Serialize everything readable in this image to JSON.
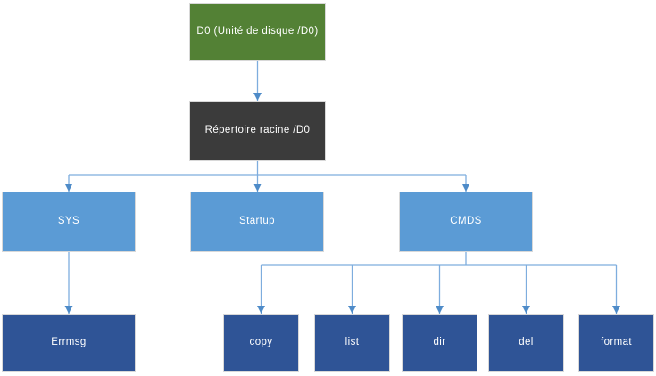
{
  "diagram": {
    "type": "tree-flowchart",
    "language": "fr",
    "nodes": {
      "d0": {
        "label": "D0 (Unité de disque /D0)",
        "kind": "drive"
      },
      "rootdir": {
        "label": "Répertoire racine /D0",
        "kind": "root-directory"
      },
      "sys": {
        "label": "SYS",
        "kind": "directory"
      },
      "startup": {
        "label": "Startup",
        "kind": "directory"
      },
      "cmds": {
        "label": "CMDS",
        "kind": "directory"
      },
      "errmsg": {
        "label": "Errmsg",
        "kind": "file"
      },
      "copy": {
        "label": "copy",
        "kind": "file"
      },
      "list": {
        "label": "list",
        "kind": "file"
      },
      "dir": {
        "label": "dir",
        "kind": "file"
      },
      "del": {
        "label": "del",
        "kind": "file"
      },
      "format": {
        "label": "format",
        "kind": "file"
      }
    },
    "edges": [
      {
        "from": "d0",
        "to": "rootdir"
      },
      {
        "from": "rootdir",
        "to": "sys"
      },
      {
        "from": "rootdir",
        "to": "startup"
      },
      {
        "from": "rootdir",
        "to": "cmds"
      },
      {
        "from": "sys",
        "to": "errmsg"
      },
      {
        "from": "cmds",
        "to": "copy"
      },
      {
        "from": "cmds",
        "to": "list"
      },
      {
        "from": "cmds",
        "to": "dir"
      },
      {
        "from": "cmds",
        "to": "del"
      },
      {
        "from": "cmds",
        "to": "format"
      }
    ],
    "colors": {
      "drive_fill": "#538135",
      "root_directory_fill": "#3b3b3b",
      "directory_fill": "#5b9bd5",
      "file_fill": "#2f5496",
      "node_border": "#d8d8d8",
      "connector_line": "#7eadde",
      "arrowhead": "#4e8bc8",
      "text": "#ffffff",
      "background": "#ffffff"
    }
  }
}
